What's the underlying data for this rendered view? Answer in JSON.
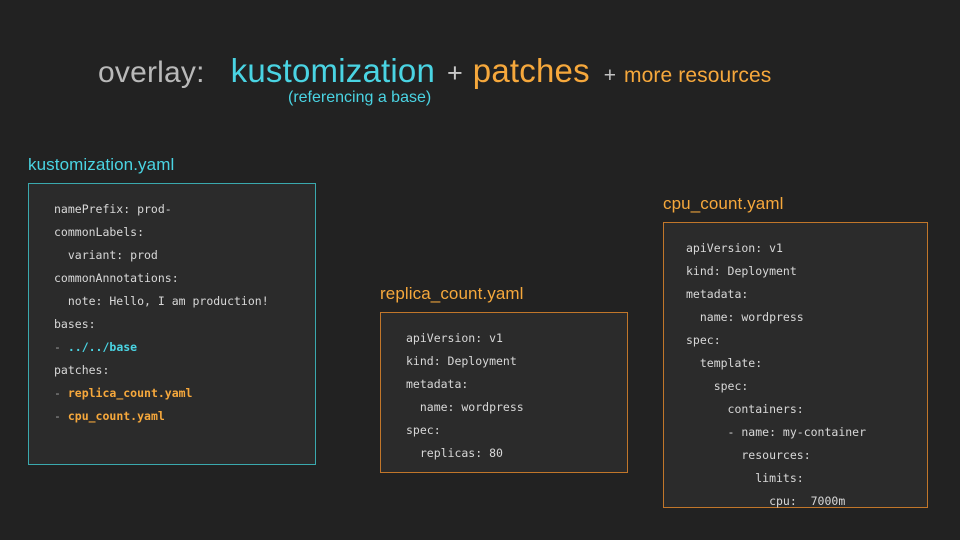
{
  "slide": {
    "background_color": "#222222",
    "title": {
      "prefix": "overlay:",
      "term1": "kustomization",
      "plus1": "+",
      "term2": "patches",
      "plus2": "+",
      "term3": "more resources",
      "subtitle": "(referencing a base)"
    },
    "colors": {
      "cyan": "#4ad4e3",
      "orange": "#f6a83c",
      "gray": "#b9b9b9",
      "code_text": "#d8d8d8",
      "panel_bg": "#2b2b2b",
      "cyan_border": "#3aa9ae",
      "orange_border": "#c1762a"
    }
  },
  "panels": [
    {
      "id": "kustomization",
      "label": "kustomization.yaml",
      "label_color": "cyan",
      "border_color": "cyan",
      "lines": [
        {
          "text": "namePrefix: prod-"
        },
        {
          "text": "commonLabels:"
        },
        {
          "text": "  variant: prod"
        },
        {
          "text": "commonAnnotations:"
        },
        {
          "text": "  note: Hello, I am production!"
        },
        {
          "text": "bases:"
        },
        {
          "prefix": "- ",
          "text": "../../base",
          "highlight": "cyan"
        },
        {
          "text": "patches:"
        },
        {
          "prefix": "- ",
          "text": "replica_count.yaml",
          "highlight": "orange"
        },
        {
          "prefix": "- ",
          "text": "cpu_count.yaml",
          "highlight": "orange"
        }
      ]
    },
    {
      "id": "replica",
      "label": "replica_count.yaml",
      "label_color": "orange",
      "border_color": "orange",
      "lines": [
        {
          "text": "apiVersion: v1"
        },
        {
          "text": "kind: Deployment"
        },
        {
          "text": "metadata:"
        },
        {
          "text": "  name: wordpress"
        },
        {
          "text": "spec:"
        },
        {
          "text": "  replicas: 80"
        }
      ]
    },
    {
      "id": "cpu",
      "label": "cpu_count.yaml",
      "label_color": "orange",
      "border_color": "orange",
      "lines": [
        {
          "text": "apiVersion: v1"
        },
        {
          "text": "kind: Deployment"
        },
        {
          "text": "metadata:"
        },
        {
          "text": "  name: wordpress"
        },
        {
          "text": "spec:"
        },
        {
          "text": "  template:"
        },
        {
          "text": "    spec:"
        },
        {
          "text": "      containers:"
        },
        {
          "text": "      - name: my-container"
        },
        {
          "text": "        resources:"
        },
        {
          "text": "          limits:"
        },
        {
          "text": "            cpu:  7000m"
        }
      ]
    }
  ]
}
